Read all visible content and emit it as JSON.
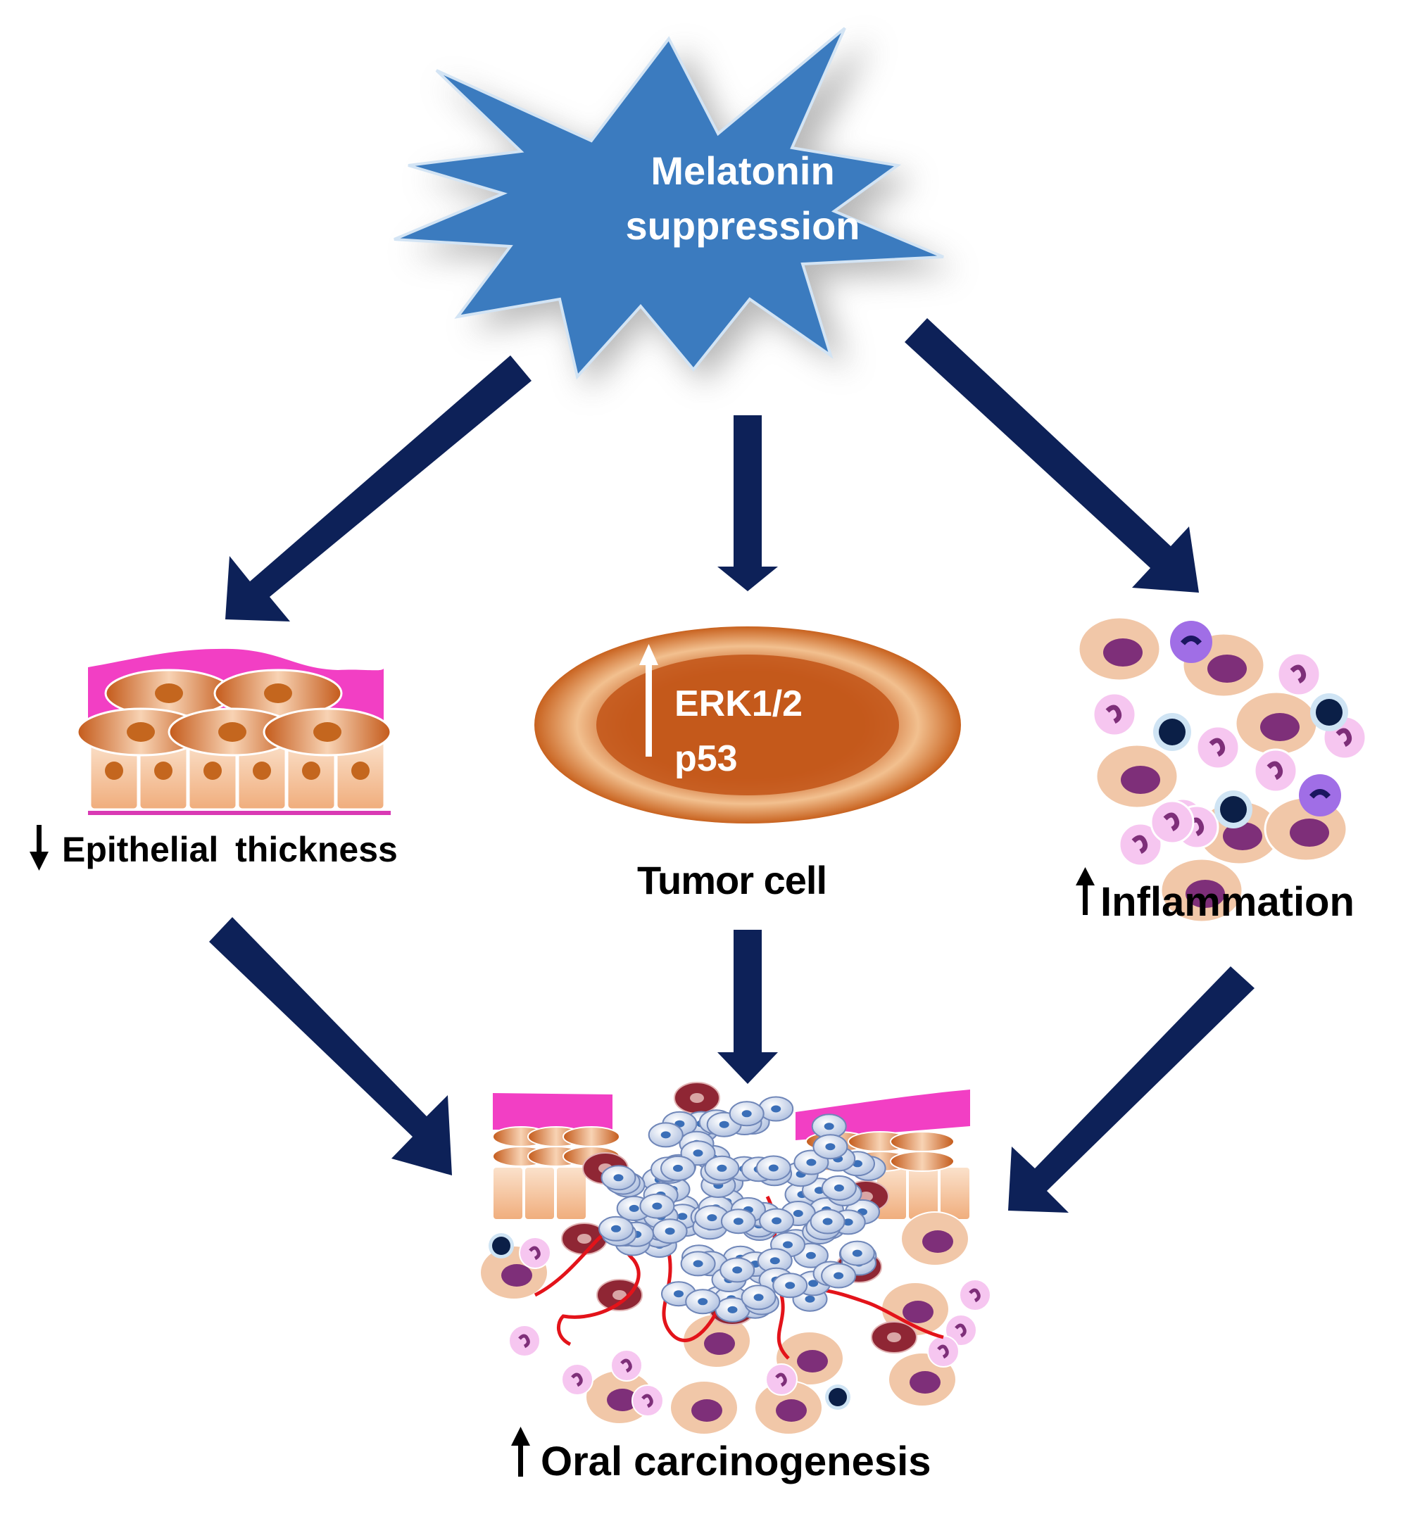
{
  "center_node": {
    "line1": "Melatonin",
    "line2": "suppression"
  },
  "tumor": {
    "marker1": "ERK1/2",
    "marker2": "p53",
    "label": "Tumor cell"
  },
  "epithelium": {
    "label": "Epithelial thickness",
    "direction": "down"
  },
  "inflammation": {
    "label": "Inflammation",
    "direction": "up"
  },
  "outcome": {
    "label": "Oral carcinogenesis",
    "direction": "up"
  },
  "colors": {
    "star": "#3b7bbf",
    "arrow": "#0d2158",
    "tumor_outer": "#e28a48",
    "tumor_inner": "#c4591c",
    "epithelium_pink": "#f23fc4",
    "epithelial_cell": "#f4c4a0",
    "nucleus": "#c4661e",
    "immune_cell": "#f6c6f0",
    "macrophage": "#f1c7a8",
    "macrophage_nucleus": "#7e2f79",
    "blood_vessel": "#e3131a",
    "cancer_cell": "#c9d5ec"
  }
}
